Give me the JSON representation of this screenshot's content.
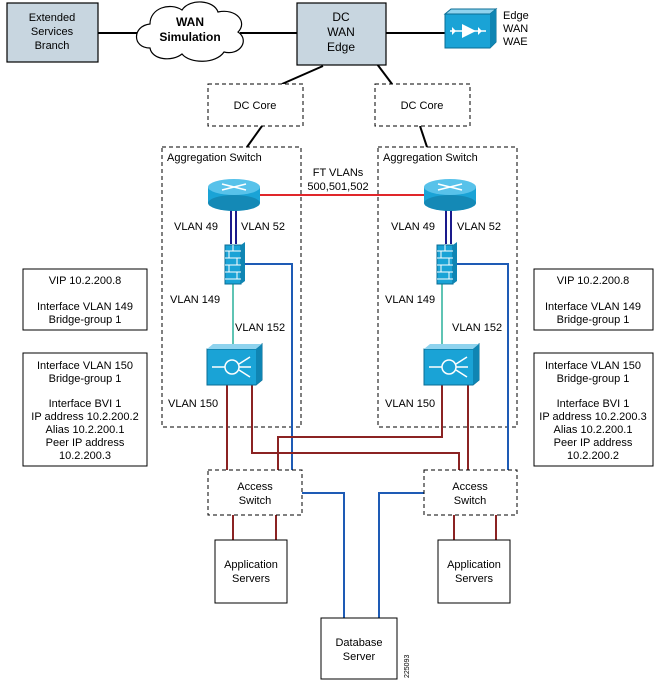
{
  "nodes": {
    "branch": [
      "Extended",
      "Services",
      "Branch"
    ],
    "wan_sim": [
      "WAN",
      "Simulation"
    ],
    "dc_wan_edge": [
      "DC",
      "WAN",
      "Edge"
    ],
    "edge_wae": [
      "Edge",
      "WAN",
      "WAE"
    ],
    "dc_core_left": "DC Core",
    "dc_core_right": "DC Core",
    "agg_left": "Aggregation Switch",
    "agg_right": "Aggregation Switch",
    "ft_vlans": [
      "FT VLANs",
      "500,501,502"
    ],
    "access_left": [
      "Access",
      "Switch"
    ],
    "access_right": [
      "Access",
      "Switch"
    ],
    "app_left": [
      "Application",
      "Servers"
    ],
    "app_right": [
      "Application",
      "Servers"
    ],
    "db": [
      "Database",
      "Server"
    ]
  },
  "vlan_labels": {
    "left": {
      "v49": "VLAN 49",
      "v52": "VLAN 52",
      "v149": "VLAN 149",
      "v152": "VLAN 152",
      "v150": "VLAN 150"
    },
    "right": {
      "v49": "VLAN 49",
      "v52": "VLAN 52",
      "v149": "VLAN 149",
      "v152": "VLAN 152",
      "v150": "VLAN 150"
    }
  },
  "info_boxes": {
    "left_top": [
      "VIP 10.2.200.8",
      "",
      "Interface VLAN 149",
      "Bridge-group 1"
    ],
    "left_bottom": [
      "Interface VLAN 150",
      "Bridge-group 1",
      "",
      "Interface BVI 1",
      "IP address 10.2.200.2",
      "Alias 10.2.200.1",
      "Peer IP address",
      "10.2.200.3"
    ],
    "right_top": [
      "VIP 10.2.200.8",
      "",
      "Interface VLAN 149",
      "Bridge-group 1"
    ],
    "right_bottom": [
      "Interface VLAN 150",
      "Bridge-group 1",
      "",
      "Interface BVI 1",
      "IP address 10.2.200.3",
      "Alias 10.2.200.1",
      "Peer IP address",
      "10.2.200.2"
    ]
  },
  "figure_id": "225093",
  "colors": {
    "link": "#000000",
    "ft_link": "#e0262a",
    "vlan49": "#1a1a8c",
    "vlan52": "#1a1a8c",
    "vlan149": "#5fc4b4",
    "vlan152": "#1e5bb5",
    "vlan150": "#8b2323",
    "db_link": "#1e5bb5",
    "device_fill": "#1aa3d6",
    "edge_fill": "#c8d6e0"
  },
  "icons": {
    "router": "router-icon",
    "firewall": "firewall-icon",
    "ace": "load-balancer-icon",
    "wae": "wae-icon",
    "cloud": "cloud-icon"
  }
}
